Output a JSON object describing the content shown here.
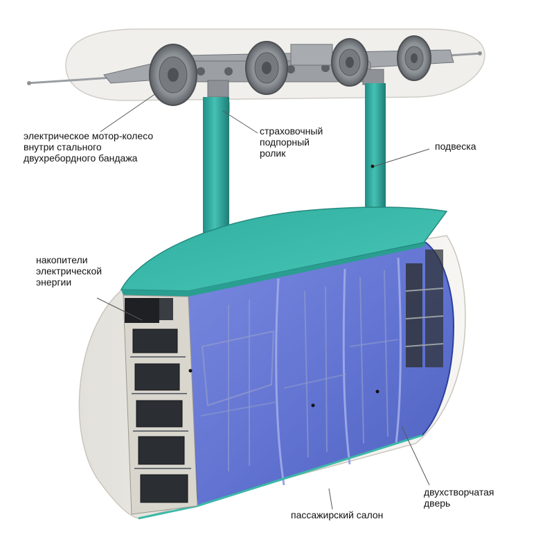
{
  "labels": {
    "motor_wheel": "электрическое мотор-колесо\nвнутри стального\nдвухребордного бандажа",
    "safety_roller": "страховочный\nподпорный\nролик",
    "suspension": "подвеска",
    "energy_storage": "накопители\nэлектрической\nэнергии",
    "double_door": "двухстворчатая\nдверь",
    "passenger_cabin": "пассажирский салон"
  },
  "colors": {
    "teal": "#3bb8a8",
    "glass": "#5a6fd8",
    "frame": "#7f8488",
    "battery": "#2b2e33"
  }
}
